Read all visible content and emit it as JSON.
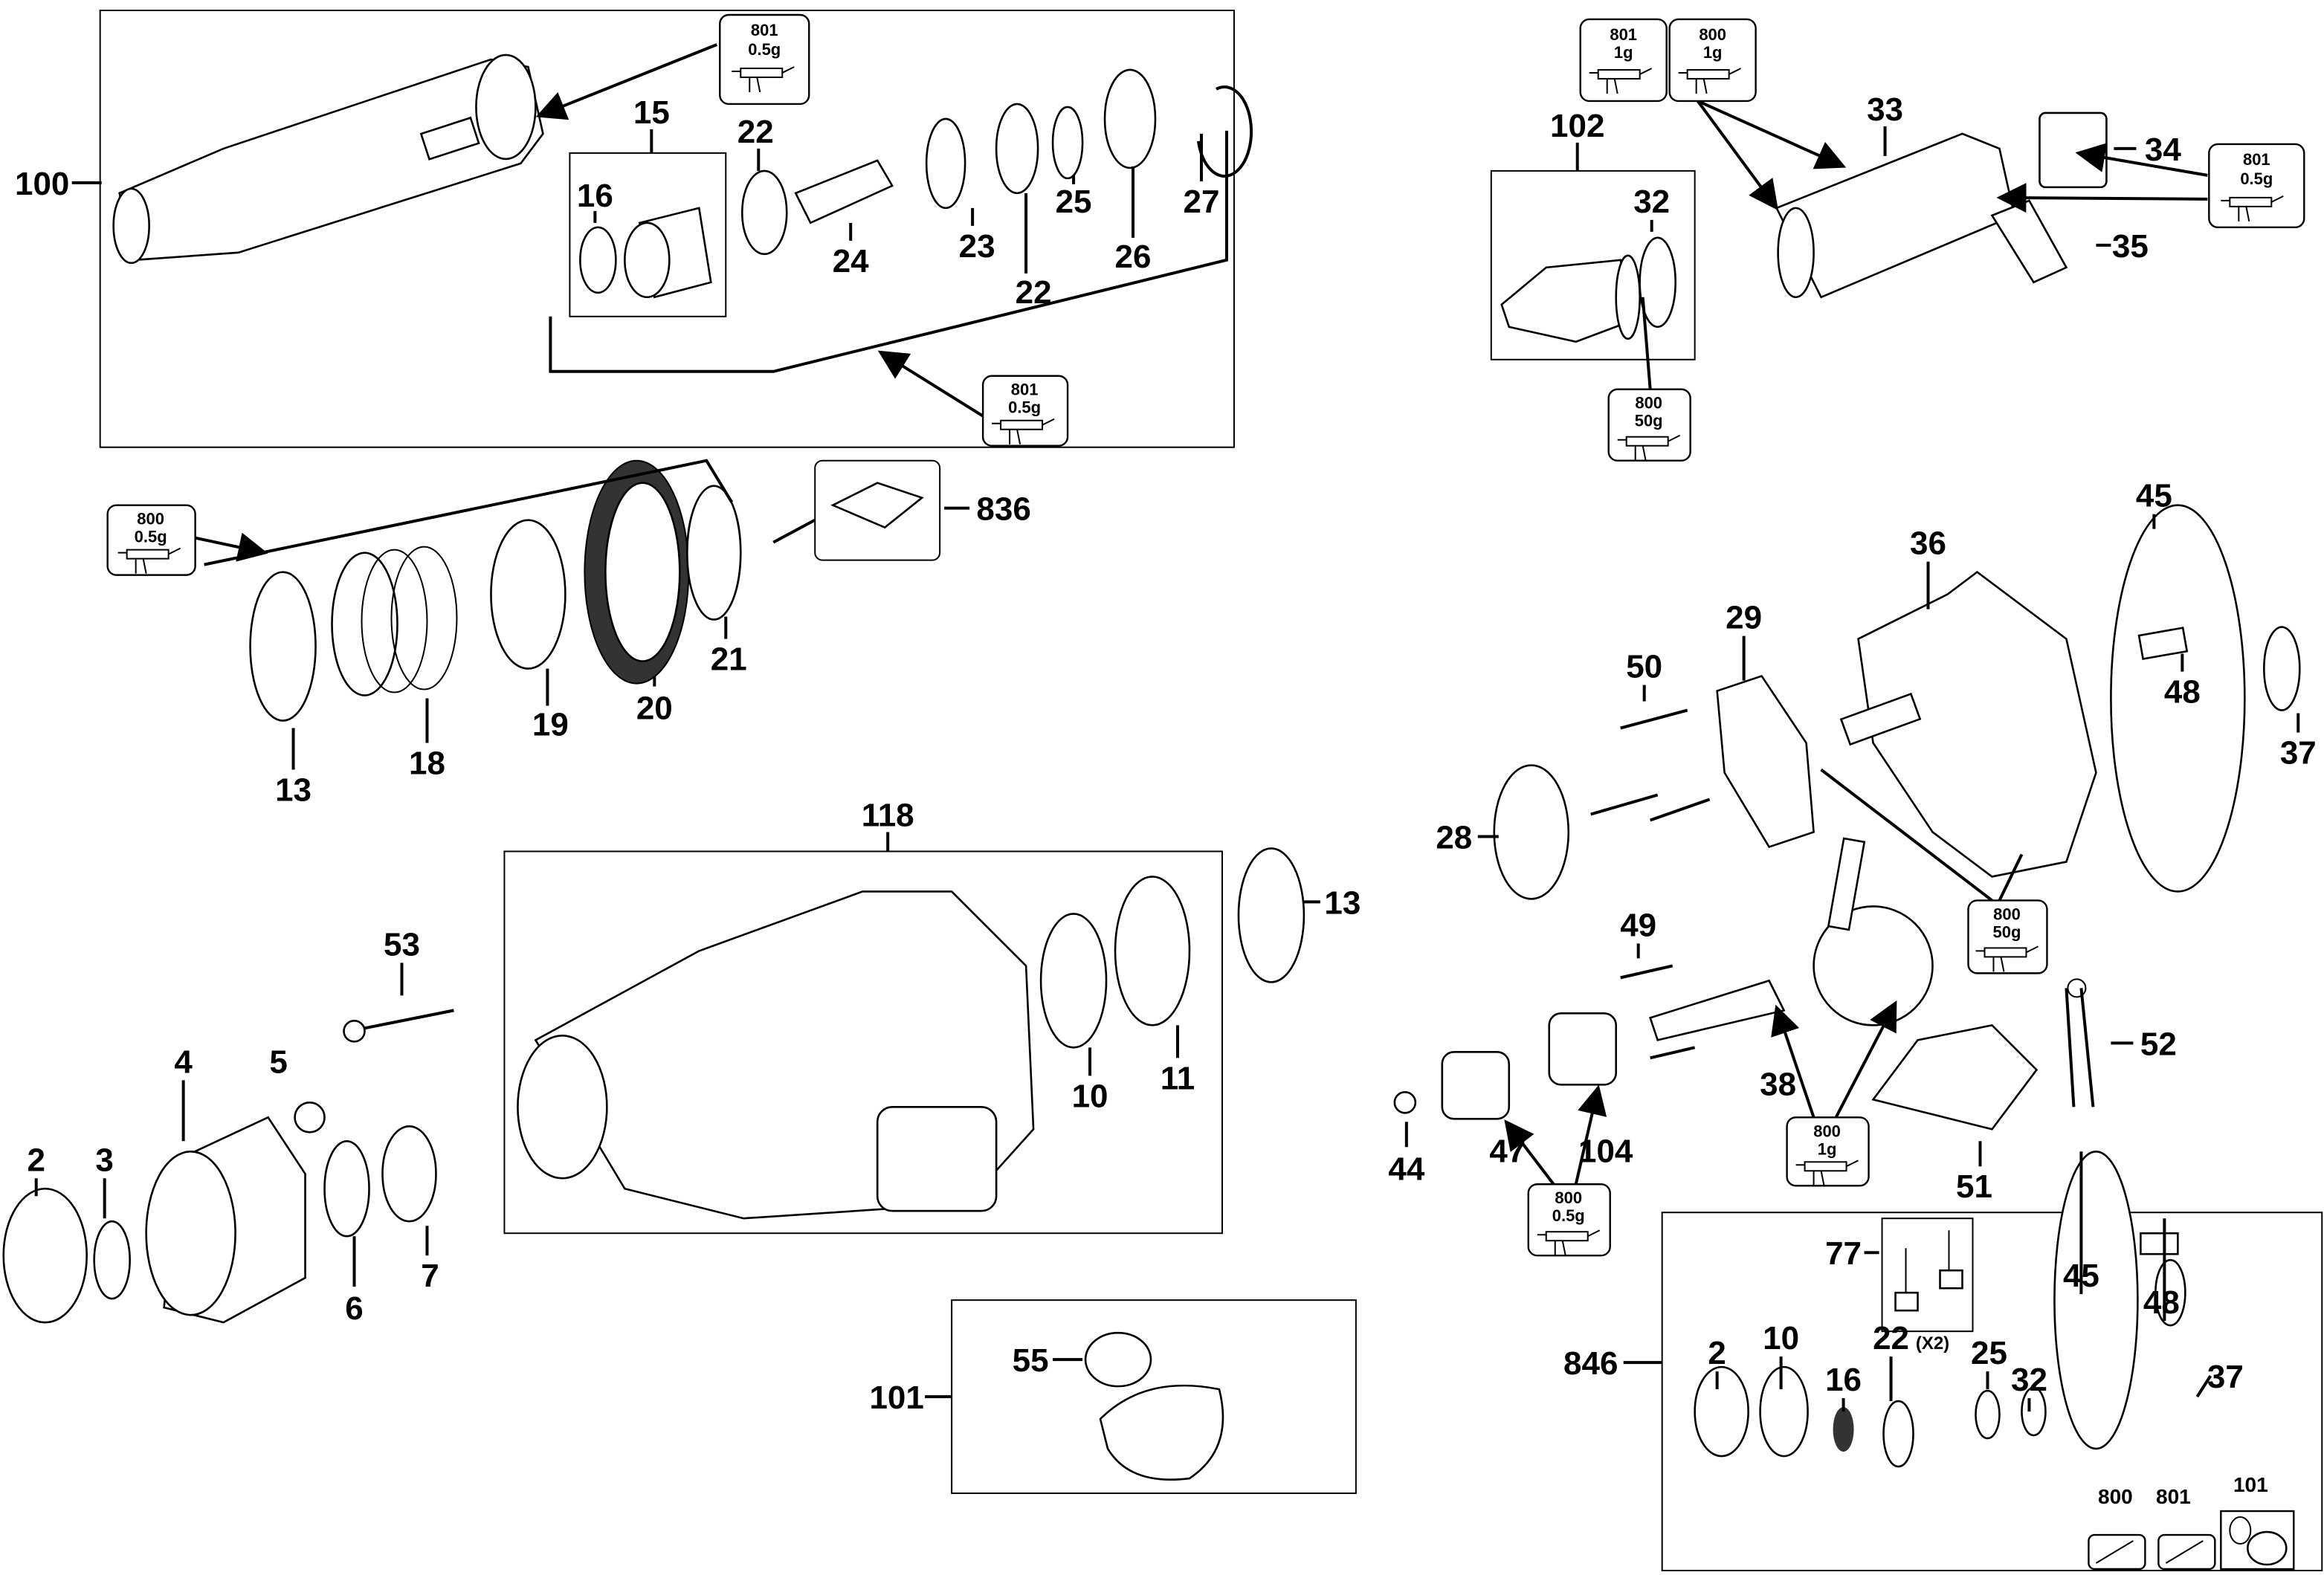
{
  "callouts": [
    "100",
    "15",
    "16",
    "22",
    "24",
    "23",
    "22",
    "25",
    "26",
    "27",
    "102",
    "32",
    "33",
    "34",
    "35",
    "836",
    "13",
    "18",
    "19",
    "20",
    "21",
    "118",
    "13",
    "10",
    "11",
    "53",
    "4",
    "5",
    "2",
    "3",
    "6",
    "7",
    "101",
    "55",
    "45",
    "36",
    "29",
    "50",
    "48",
    "37",
    "28",
    "49",
    "52",
    "38",
    "44",
    "47",
    "104",
    "51",
    "846",
    "77",
    "2",
    "10",
    "16",
    "22",
    "(X2)",
    "25",
    "32",
    "45",
    "48",
    "37",
    "800",
    "801",
    "101"
  ],
  "grease_tags": [
    {
      "code": "801",
      "amount": "0.5g"
    },
    {
      "code": "801",
      "amount": "0.5g"
    },
    {
      "code": "801",
      "amount": "1g"
    },
    {
      "code": "800",
      "amount": "1g"
    },
    {
      "code": "801",
      "amount": "0.5g"
    },
    {
      "code": "800",
      "amount": "50g"
    },
    {
      "code": "800",
      "amount": "0.5g"
    },
    {
      "code": "800",
      "amount": "50g"
    },
    {
      "code": "800",
      "amount": "1g"
    },
    {
      "code": "800",
      "amount": "0.5g"
    }
  ],
  "icons": [
    "grease-gun-icon",
    "brush-set-icon",
    "kit-icon"
  ]
}
